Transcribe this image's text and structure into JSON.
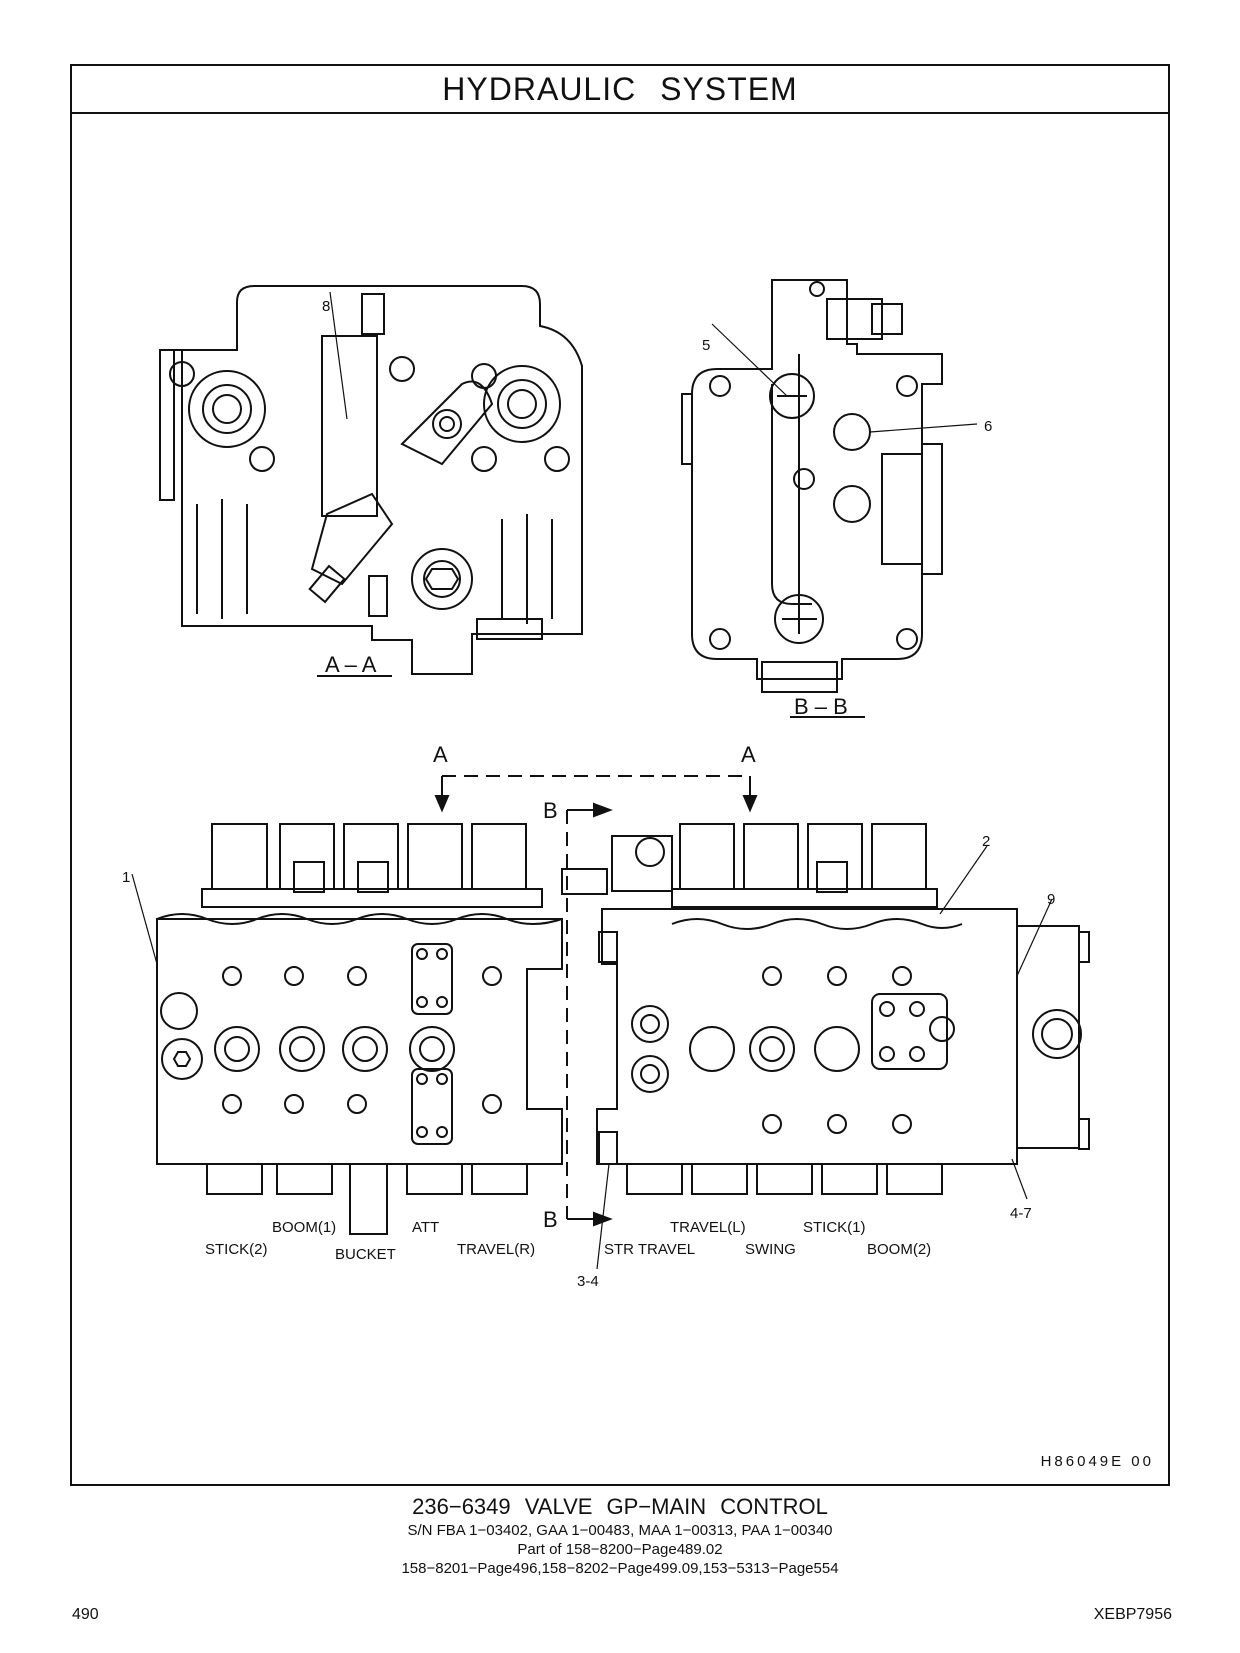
{
  "header": {
    "title": "HYDRAULIC SYSTEM"
  },
  "views": {
    "section_aa": "A – A",
    "section_bb": "B – B",
    "cut_a_left": "A",
    "cut_a_right": "A",
    "cut_b_top": "B",
    "cut_b_bottom": "B"
  },
  "callouts": [
    "8",
    "5",
    "6",
    "1",
    "2",
    "9",
    "4-7",
    "3-4"
  ],
  "spool_labels": {
    "stick2": "STICK(2)",
    "boom1": "BOOM(1)",
    "bucket": "BUCKET",
    "att": "ATT",
    "travel_r": "TRAVEL(R)",
    "str_travel": "STR TRAVEL",
    "travel_l": "TRAVEL(L)",
    "swing": "SWING",
    "stick1": "STICK(1)",
    "boom2": "BOOM(2)"
  },
  "drawing_ref": "H86049E   00",
  "caption": {
    "line1": "236−6349 VALVE GP−MAIN CONTROL",
    "line2": "S/N FBA 1−03402, GAA 1−00483, MAA 1−00313, PAA 1−00340",
    "line3": "Part of 158−8200−Page489.02",
    "line4": "158−8201−Page496,158−8202−Page499.09,153−5313−Page554"
  },
  "footer": {
    "page_number": "490",
    "doc_id": "XEBP7956"
  }
}
